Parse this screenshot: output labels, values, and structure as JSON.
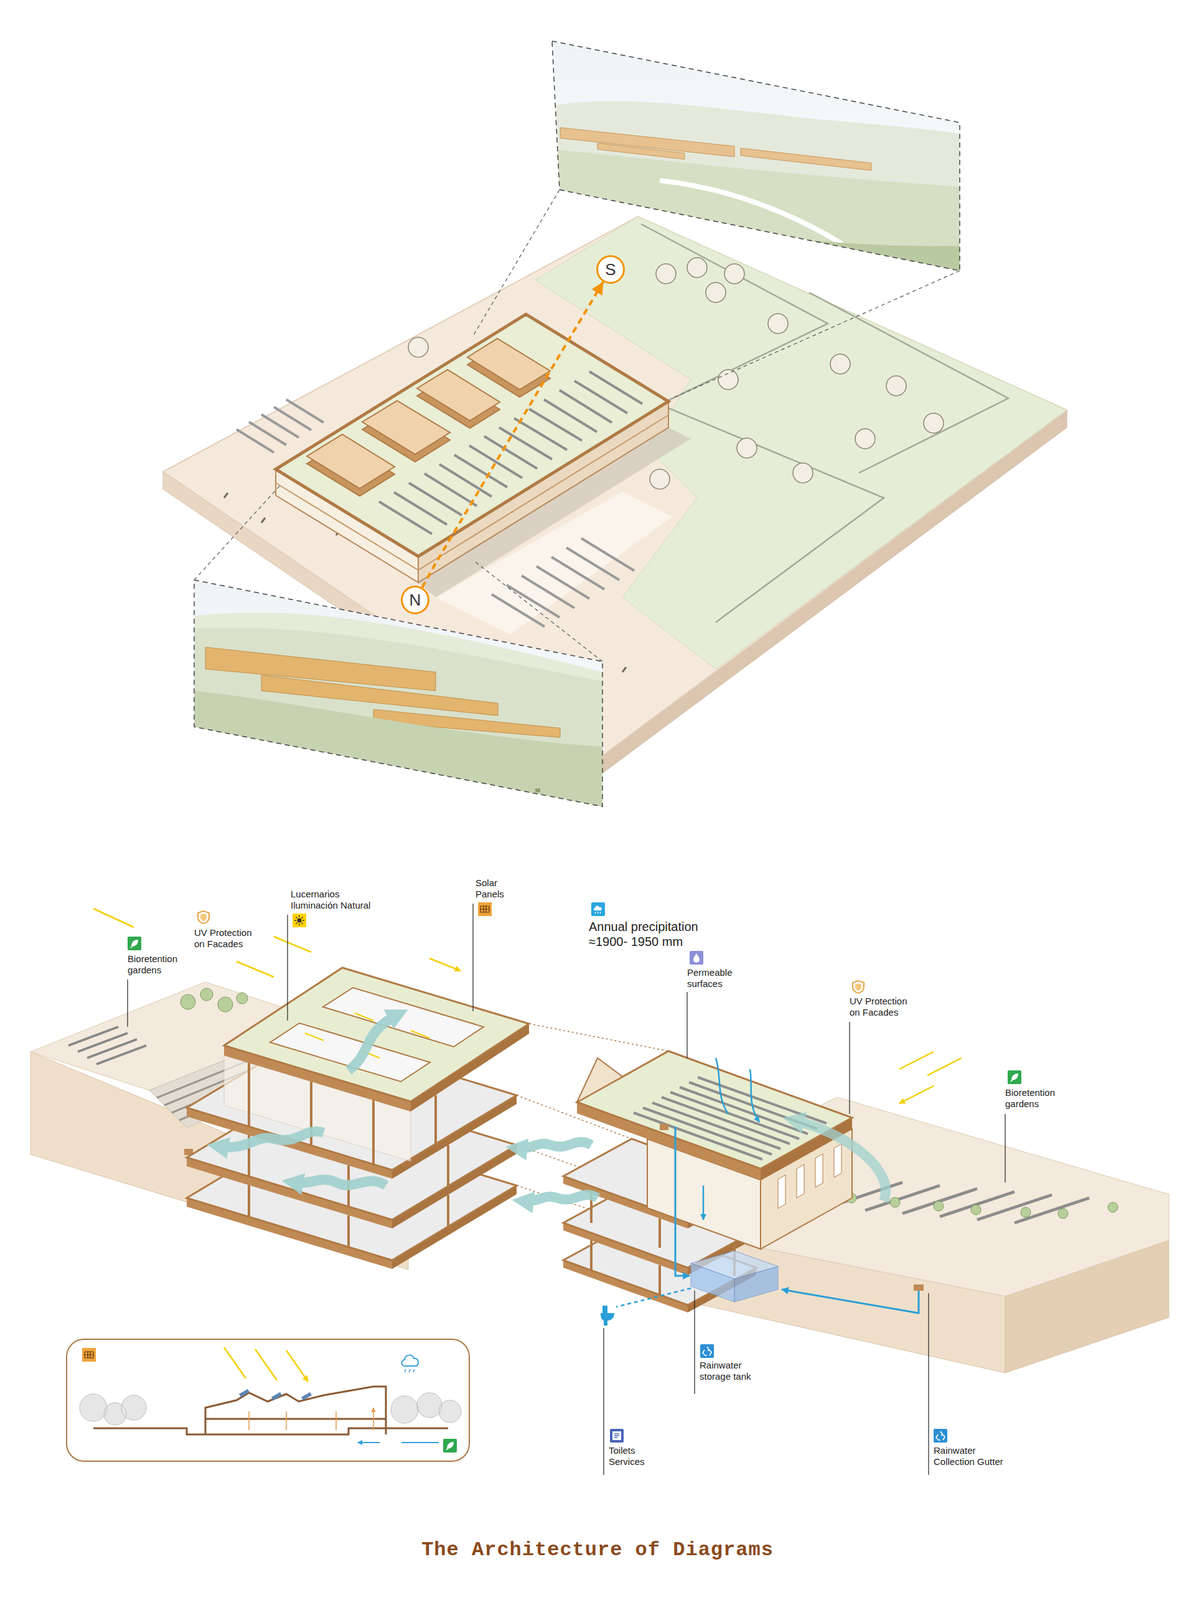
{
  "diagram": {
    "title": "The Architecture of Diagrams",
    "nodes": [
      {
        "text": [
          "S"
        ]
      },
      {
        "text": [
          "N"
        ]
      }
    ],
    "edges": [
      {
        "from": 1,
        "to": 0,
        "arrow": "to"
      }
    ],
    "labels": [
      "Lucernarios Iluminación Natural",
      "Solar Panels",
      "UV Protection on Facades",
      "Bioretention gardens",
      "Annual precipitation ≈1900- 1950 mm",
      "Permeable surfaces",
      "UV Protection on Facades",
      "Bioretention gardens",
      "Rainwater storage tank",
      "Toilets Services",
      "Rainwater Collection Gutter"
    ]
  }
}
